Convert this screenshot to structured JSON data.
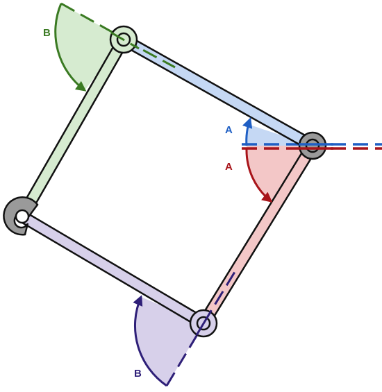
{
  "diagram": {
    "colors": {
      "green_dark": "#3a7a22",
      "green_fill": "#d6ebd0",
      "blue_dark": "#1f5fc4",
      "blue_fill": "#c5d8f4",
      "red_dark": "#a8141a",
      "red_fill": "#f3c7c7",
      "purple_dark": "#2e1f78",
      "purple_fill": "#d7d0ea",
      "gray_joint": "#9a9a9a",
      "outline": "#111111"
    },
    "angle_labels": {
      "green": "B",
      "blue": "A",
      "red": "A",
      "purple": "B"
    }
  }
}
